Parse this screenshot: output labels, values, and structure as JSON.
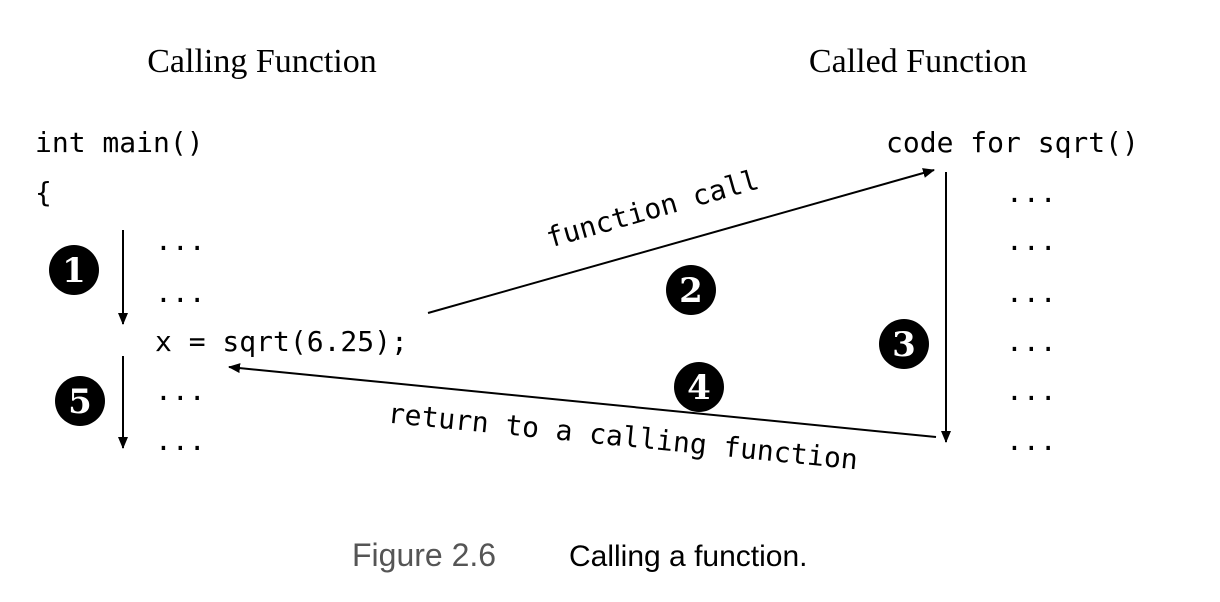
{
  "headings": {
    "calling": "Calling Function",
    "called": "Called Function"
  },
  "left_code": {
    "line1": "int main()",
    "line2": "{",
    "dots1": "...",
    "dots2": "...",
    "statement": "x = sqrt(6.25);",
    "dots3": "...",
    "dots4": "..."
  },
  "right_code": {
    "header": "code for sqrt()",
    "dots": [
      "...",
      "...",
      "...",
      "...",
      "...",
      "..."
    ]
  },
  "arrows": {
    "call_label": "function call",
    "return_label": "return to a calling function"
  },
  "steps": [
    "1",
    "2",
    "3",
    "4",
    "5"
  ],
  "caption": {
    "number": "Figure 2.6",
    "text": "Calling a function."
  }
}
